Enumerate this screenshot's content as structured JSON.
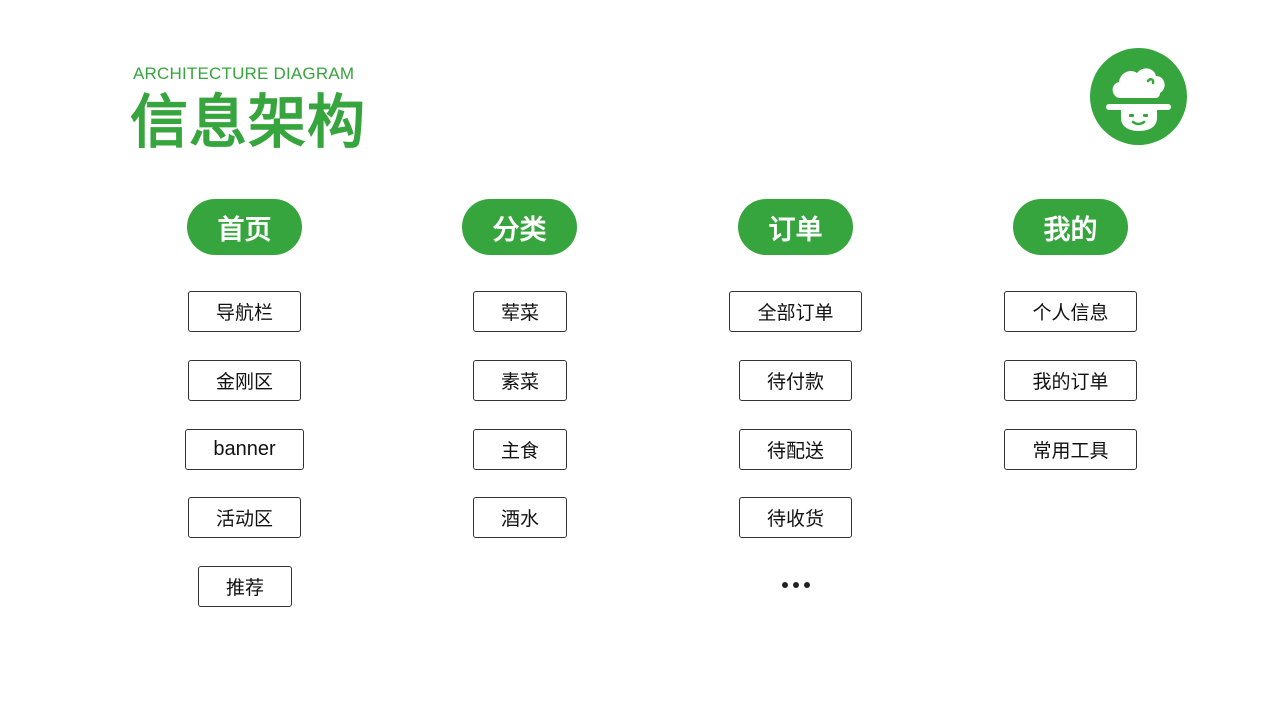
{
  "header": {
    "subtitle": "ARCHITECTURE DIAGRAM",
    "title": "信息架构",
    "accent_color": "#36a53d",
    "logo_icon": "chef-hat-mascot-icon"
  },
  "columns": [
    {
      "label": "首页",
      "items": [
        "导航栏",
        "金刚区",
        "banner",
        "活动区",
        "推荐"
      ]
    },
    {
      "label": "分类",
      "items": [
        "荤菜",
        "素菜",
        "主食",
        "酒水"
      ]
    },
    {
      "label": "订单",
      "items": [
        "全部订单",
        "待付款",
        "待配送",
        "待收货"
      ],
      "more_indicator": "ellipsis-icon"
    },
    {
      "label": "我的",
      "items": [
        "个人信息",
        "我的订单",
        "常用工具"
      ]
    }
  ]
}
